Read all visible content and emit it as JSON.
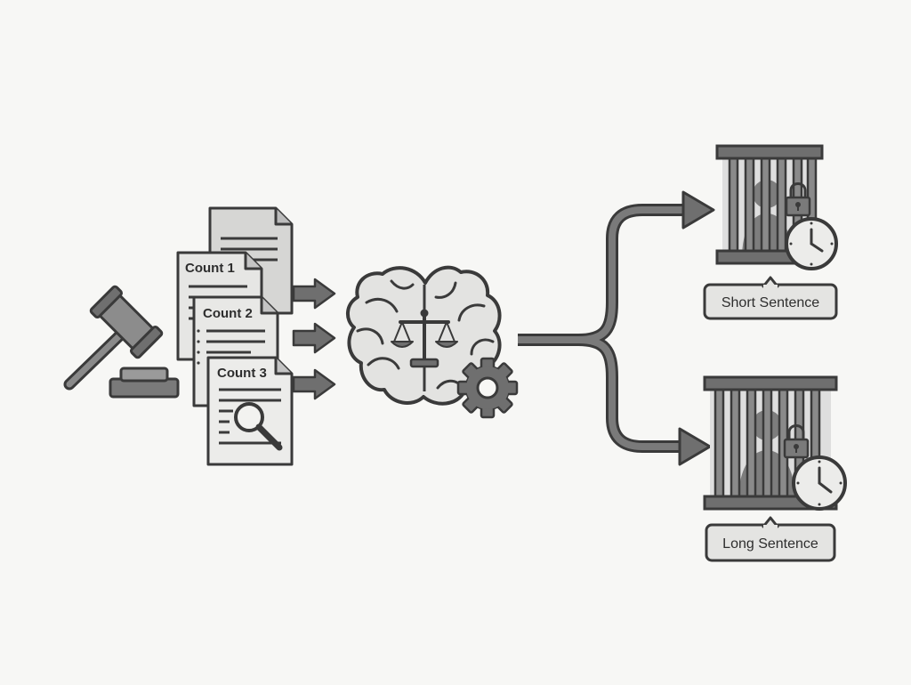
{
  "colors": {
    "background": "#f7f7f5",
    "outline": "#3a3a3a",
    "dark_fill": "#6f6f6f",
    "mid_fill": "#bdbdbd",
    "light_fill": "#dcdcdc",
    "paper": "#e8e8e6"
  },
  "documents": {
    "count_1": "Count 1",
    "count_2": "Count 2",
    "count_3": "Count 3"
  },
  "outcomes": {
    "short": "Short Sentence",
    "long": "Long Sentence"
  },
  "icons": [
    "gavel-icon",
    "document-icon",
    "magnifier-icon",
    "brain-icon",
    "scales-icon",
    "gear-icon",
    "jail-cell-icon",
    "padlock-icon",
    "clock-icon"
  ]
}
